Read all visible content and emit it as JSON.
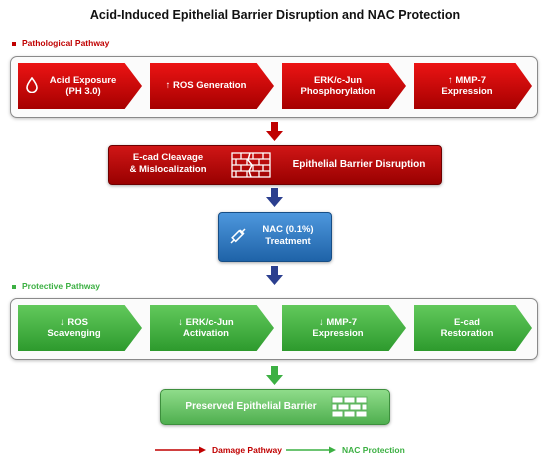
{
  "title": "Acid-Induced Epithelial Barrier Disruption and NAC Protection",
  "pathological": {
    "label": "Pathological Pathway",
    "steps": [
      {
        "line1": "Acid Exposure",
        "line2": "(PH 3.0)"
      },
      {
        "line1": "↑ ROS Generation",
        "line2": ""
      },
      {
        "line1": "ERK/c-Jun",
        "line2": "Phosphorylation"
      },
      {
        "line1": "↑ MMP-7",
        "line2": "Expression"
      }
    ]
  },
  "disruption": {
    "left_line1": "E-cad Cleavage",
    "left_line2": "& Mislocalization",
    "right": "Epithelial Barrier Disruption"
  },
  "treatment": {
    "line1": "NAC (0.1%)",
    "line2": "Treatment"
  },
  "protective": {
    "label": "Protective Pathway",
    "steps": [
      {
        "line1": "↓ ROS",
        "line2": "Scavenging"
      },
      {
        "line1": "↓ ERK/c-Jun",
        "line2": "Activation"
      },
      {
        "line1": "↓ MMP-7",
        "line2": "Expression"
      },
      {
        "line1": "E-cad",
        "line2": "Restoration"
      }
    ]
  },
  "preserved": {
    "label": "Preserved Epithelial Barrier"
  },
  "legend": {
    "damage": "Damage Pathway",
    "protection": "NAC Protection"
  },
  "colors": {
    "damage": "#c00000",
    "protection": "#3cb043",
    "treatment": "#2e7bc4",
    "connector_blue": "#2b3f8f"
  },
  "icons": [
    "droplet-icon",
    "brick-wall-icon",
    "syringe-icon"
  ]
}
